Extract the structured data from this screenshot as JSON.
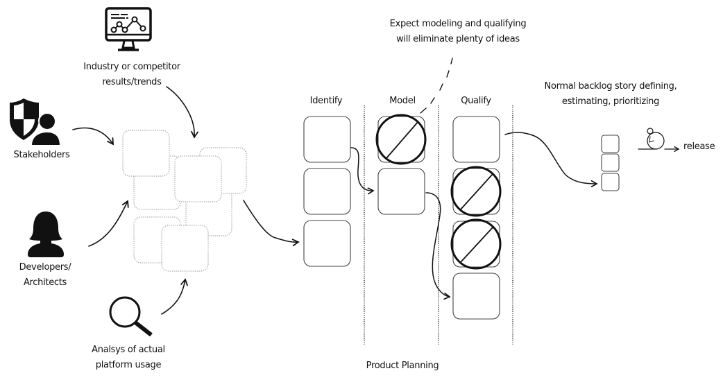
{
  "diagram": {
    "sources": {
      "industry": {
        "label_line1": "Industry or competitor",
        "label_line2": "results/trends",
        "icon": "monitor-chart-icon"
      },
      "stakeholders": {
        "label": "Stakeholders",
        "icon": "shield-user-icon"
      },
      "developers": {
        "label_line1": "Developers/",
        "label_line2": "Architects",
        "icon": "person-silhouette-icon"
      },
      "usage": {
        "label_line1": "Analsys of actual",
        "label_line2": "platform usage",
        "icon": "magnifier-icon"
      }
    },
    "idea_pool": {
      "box_count": 7,
      "style": "dotted"
    },
    "columns": [
      {
        "label": "Identify",
        "cards": [
          "open",
          "open",
          "open"
        ]
      },
      {
        "label": "Model",
        "cards": [
          "eliminated",
          "open"
        ]
      },
      {
        "label": "Qualify",
        "cards": [
          "open",
          "eliminated",
          "eliminated",
          "open"
        ]
      }
    ],
    "annotation": {
      "line1": "Expect modeling and qualifying",
      "line2": "will eliminate plenty of ideas"
    },
    "section_label": "Product Planning",
    "backlog": {
      "line1": "Normal backlog story defining,",
      "line2": "estimating, prioritizing",
      "stack_count": 3
    },
    "release": {
      "label": "release",
      "icon": "iteration-cycle-icon"
    }
  }
}
